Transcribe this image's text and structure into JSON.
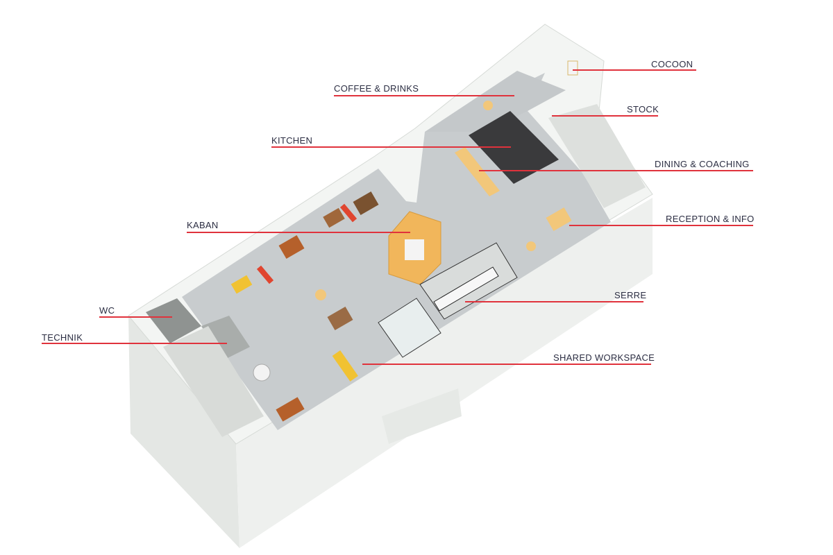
{
  "colors": {
    "leader": "#e0323c",
    "label": "#2b2d42",
    "floor": "#c8ccce",
    "wall": "#e9ece9",
    "accent_wood": "#f2c77a",
    "kaban": "#f1b65b"
  },
  "labels": {
    "cocoon": "COCOON",
    "coffee": "COFFEE & DRINKS",
    "stock": "STOCK",
    "kitchen": "KITCHEN",
    "dining": "DINING & COACHING",
    "kaban": "KABAN",
    "reception": "RECEPTION & INFO",
    "wc": "WC",
    "technik": "TECHNIK",
    "serre": "SERRE",
    "shared": "SHARED WORKSPACE"
  }
}
